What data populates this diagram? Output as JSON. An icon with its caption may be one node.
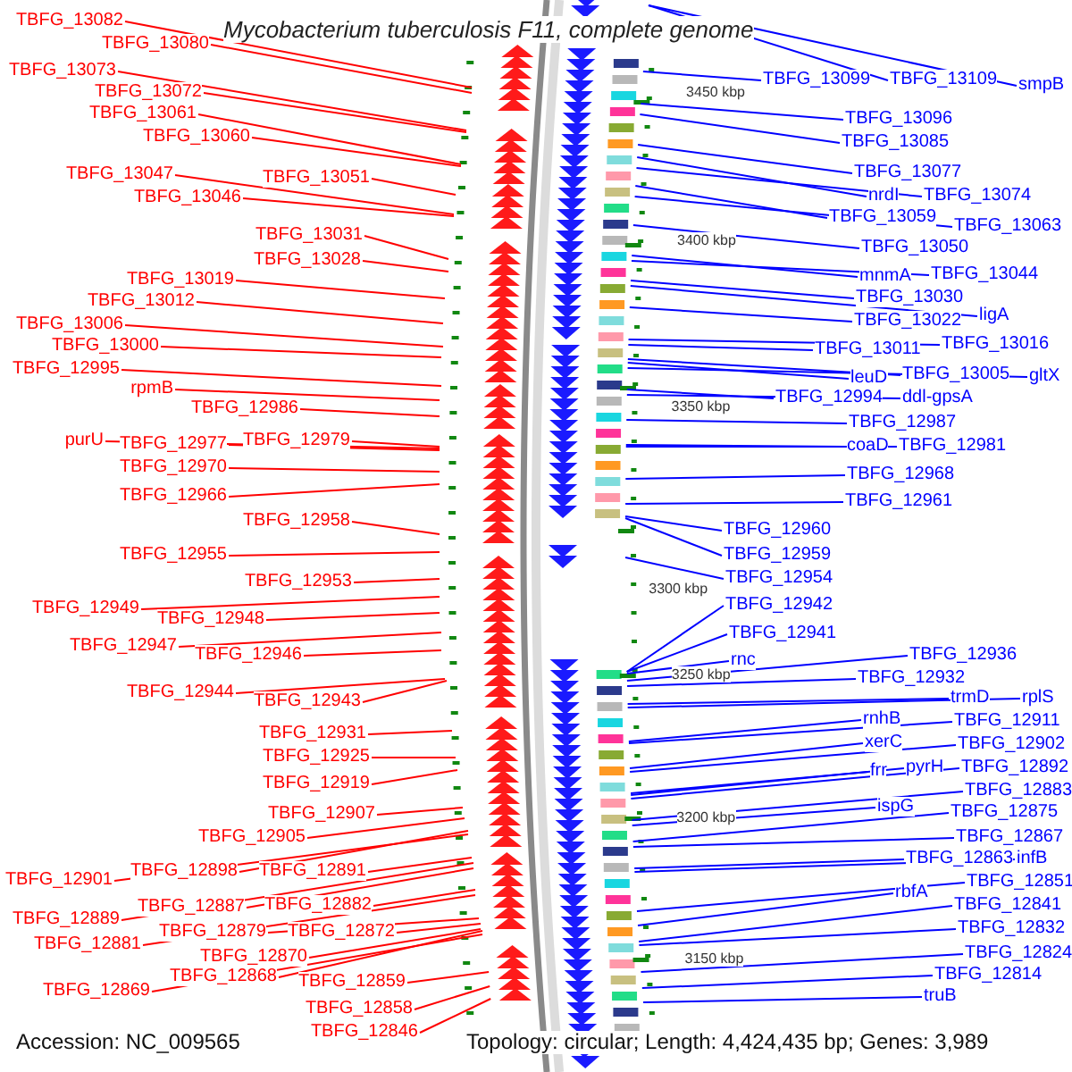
{
  "diagram": {
    "title": "Mycobacterium tuberculosis F11, complete genome",
    "nodes": [
      {
        "text": [
          "TBFG_13082"
        ]
      },
      {
        "text": [
          "TBFG_13080"
        ]
      },
      {
        "text": [
          "TBFG_13073"
        ]
      },
      {
        "text": [
          "TBFG_13072"
        ]
      },
      {
        "text": [
          "TBFG_13061"
        ]
      },
      {
        "text": [
          "TBFG_13060"
        ]
      },
      {
        "text": [
          "TBFG_13047"
        ]
      },
      {
        "text": [
          "TBFG_13051"
        ]
      },
      {
        "text": [
          "TBFG_13046"
        ]
      },
      {
        "text": [
          "TBFG_13031"
        ]
      },
      {
        "text": [
          "TBFG_13028"
        ]
      },
      {
        "text": [
          "TBFG_13019"
        ]
      },
      {
        "text": [
          "TBFG_13012"
        ]
      },
      {
        "text": [
          "TBFG_13006"
        ]
      },
      {
        "text": [
          "TBFG_13000"
        ]
      },
      {
        "text": [
          "TBFG_12995"
        ]
      },
      {
        "text": [
          "rpmB"
        ]
      },
      {
        "text": [
          "TBFG_12986"
        ]
      },
      {
        "text": [
          "purU"
        ]
      },
      {
        "text": [
          "TBFG_12977"
        ]
      },
      {
        "text": [
          "TBFG_12979"
        ]
      },
      {
        "text": [
          "TBFG_12970"
        ]
      },
      {
        "text": [
          "TBFG_12966"
        ]
      },
      {
        "text": [
          "TBFG_12958"
        ]
      },
      {
        "text": [
          "TBFG_12955"
        ]
      },
      {
        "text": [
          "TBFG_12953"
        ]
      },
      {
        "text": [
          "TBFG_12949"
        ]
      },
      {
        "text": [
          "TBFG_12948"
        ]
      },
      {
        "text": [
          "TBFG_12947"
        ]
      },
      {
        "text": [
          "TBFG_12946"
        ]
      },
      {
        "text": [
          "TBFG_12944"
        ]
      },
      {
        "text": [
          "TBFG_12943"
        ]
      },
      {
        "text": [
          "TBFG_12931"
        ]
      },
      {
        "text": [
          "TBFG_12925"
        ]
      },
      {
        "text": [
          "TBFG_12919"
        ]
      },
      {
        "text": [
          "TBFG_12907"
        ]
      },
      {
        "text": [
          "TBFG_12905"
        ]
      },
      {
        "text": [
          "TBFG_12901"
        ]
      },
      {
        "text": [
          "TBFG_12898"
        ]
      },
      {
        "text": [
          "TBFG_12891"
        ]
      },
      {
        "text": [
          "TBFG_12889"
        ]
      },
      {
        "text": [
          "TBFG_12887"
        ]
      },
      {
        "text": [
          "TBFG_12882"
        ]
      },
      {
        "text": [
          "TBFG_12881"
        ]
      },
      {
        "text": [
          "TBFG_12879"
        ]
      },
      {
        "text": [
          "TBFG_12872"
        ]
      },
      {
        "text": [
          "TBFG_12870"
        ]
      },
      {
        "text": [
          "TBFG_12868"
        ]
      },
      {
        "text": [
          "TBFG_12869"
        ]
      },
      {
        "text": [
          "TBFG_12859"
        ]
      },
      {
        "text": [
          "TBFG_12858"
        ]
      },
      {
        "text": [
          "TBFG_12846"
        ]
      },
      {
        "text": [
          "TBFG_13099"
        ]
      },
      {
        "text": [
          "TBFG_13109"
        ]
      },
      {
        "text": [
          "smpB"
        ]
      },
      {
        "text": [
          "TBFG_13096"
        ]
      },
      {
        "text": [
          "TBFG_13085"
        ]
      },
      {
        "text": [
          "TBFG_13077"
        ]
      },
      {
        "text": [
          "nrdI"
        ]
      },
      {
        "text": [
          "TBFG_13074"
        ]
      },
      {
        "text": [
          "TBFG_13059"
        ]
      },
      {
        "text": [
          "TBFG_13063"
        ]
      },
      {
        "text": [
          "TBFG_13050"
        ]
      },
      {
        "text": [
          "mnmA"
        ]
      },
      {
        "text": [
          "TBFG_13044"
        ]
      },
      {
        "text": [
          "TBFG_13030"
        ]
      },
      {
        "text": [
          "ligA"
        ]
      },
      {
        "text": [
          "TBFG_13022"
        ]
      },
      {
        "text": [
          "TBFG_13011"
        ]
      },
      {
        "text": [
          "TBFG_13016"
        ]
      },
      {
        "text": [
          "leuD"
        ]
      },
      {
        "text": [
          "TBFG_13005"
        ]
      },
      {
        "text": [
          "gltX"
        ]
      },
      {
        "text": [
          "TBFG_12994"
        ]
      },
      {
        "text": [
          "ddl-gpsA"
        ]
      },
      {
        "text": [
          "TBFG_12987"
        ]
      },
      {
        "text": [
          "coaD"
        ]
      },
      {
        "text": [
          "TBFG_12981"
        ]
      },
      {
        "text": [
          "TBFG_12968"
        ]
      },
      {
        "text": [
          "TBFG_12961"
        ]
      },
      {
        "text": [
          "TBFG_12960"
        ]
      },
      {
        "text": [
          "TBFG_12959"
        ]
      },
      {
        "text": [
          "TBFG_12954"
        ]
      },
      {
        "text": [
          "TBFG_12942"
        ]
      },
      {
        "text": [
          "TBFG_12941"
        ]
      },
      {
        "text": [
          "rnc"
        ]
      },
      {
        "text": [
          "TBFG_12936"
        ]
      },
      {
        "text": [
          "TBFG_12932"
        ]
      },
      {
        "text": [
          "trmD"
        ]
      },
      {
        "text": [
          "rplS"
        ]
      },
      {
        "text": [
          "rnhB"
        ]
      },
      {
        "text": [
          "TBFG_12911"
        ]
      },
      {
        "text": [
          "xerC"
        ]
      },
      {
        "text": [
          "TBFG_12902"
        ]
      },
      {
        "text": [
          "frr"
        ]
      },
      {
        "text": [
          "pyrH"
        ]
      },
      {
        "text": [
          "TBFG_12892"
        ]
      },
      {
        "text": [
          "TBFG_12883"
        ]
      },
      {
        "text": [
          "ispG"
        ]
      },
      {
        "text": [
          "TBFG_12875"
        ]
      },
      {
        "text": [
          "TBFG_12867"
        ]
      },
      {
        "text": [
          "TBFG_12863"
        ]
      },
      {
        "text": [
          "infB"
        ]
      },
      {
        "text": [
          "TBFG_12851"
        ]
      },
      {
        "text": [
          "rbfA"
        ]
      },
      {
        "text": [
          "TBFG_12841"
        ]
      },
      {
        "text": [
          "TBFG_12832"
        ]
      },
      {
        "text": [
          "TBFG_12824"
        ]
      },
      {
        "text": [
          "TBFG_12814"
        ]
      },
      {
        "text": [
          "truB"
        ]
      }
    ],
    "edges": [
      {
        "from": 0,
        "to": null,
        "arrow": "none",
        "color": "#ff0000"
      },
      {
        "from": 1,
        "to": null,
        "arrow": "none",
        "color": "#ff0000"
      },
      {
        "from": 2,
        "to": null,
        "arrow": "none",
        "color": "#ff0000"
      },
      {
        "from": 3,
        "to": null,
        "arrow": "none",
        "color": "#ff0000"
      },
      {
        "from": 4,
        "to": null,
        "arrow": "none",
        "color": "#ff0000"
      },
      {
        "from": 5,
        "to": null,
        "arrow": "none",
        "color": "#ff0000"
      },
      {
        "from": 6,
        "to": null,
        "arrow": "none",
        "color": "#ff0000"
      },
      {
        "from": 7,
        "to": null,
        "arrow": "none",
        "color": "#ff0000"
      },
      {
        "from": 8,
        "to": null,
        "arrow": "none",
        "color": "#ff0000"
      },
      {
        "from": 9,
        "to": null,
        "arrow": "none",
        "color": "#ff0000"
      },
      {
        "from": 10,
        "to": null,
        "arrow": "none",
        "color": "#ff0000"
      },
      {
        "from": 11,
        "to": null,
        "arrow": "none",
        "color": "#ff0000"
      },
      {
        "from": 12,
        "to": null,
        "arrow": "none",
        "color": "#ff0000"
      },
      {
        "from": 13,
        "to": null,
        "arrow": "none",
        "color": "#ff0000"
      },
      {
        "from": 14,
        "to": null,
        "arrow": "none",
        "color": "#ff0000"
      },
      {
        "from": 15,
        "to": null,
        "arrow": "none",
        "color": "#ff0000"
      },
      {
        "from": 16,
        "to": null,
        "arrow": "none",
        "color": "#ff0000"
      },
      {
        "from": 17,
        "to": null,
        "arrow": "none",
        "color": "#ff0000"
      },
      {
        "from": 18,
        "to": null,
        "arrow": "none",
        "color": "#ff0000"
      },
      {
        "from": 19,
        "to": null,
        "arrow": "none",
        "color": "#ff0000"
      },
      {
        "from": 20,
        "to": null,
        "arrow": "none",
        "color": "#ff0000"
      },
      {
        "from": 21,
        "to": null,
        "arrow": "none",
        "color": "#ff0000"
      },
      {
        "from": 22,
        "to": null,
        "arrow": "none",
        "color": "#ff0000"
      },
      {
        "from": 23,
        "to": null,
        "arrow": "none",
        "color": "#ff0000"
      },
      {
        "from": 24,
        "to": null,
        "arrow": "none",
        "color": "#ff0000"
      },
      {
        "from": 25,
        "to": null,
        "arrow": "none",
        "color": "#ff0000"
      },
      {
        "from": 26,
        "to": null,
        "arrow": "none",
        "color": "#ff0000"
      },
      {
        "from": 27,
        "to": null,
        "arrow": "none",
        "color": "#ff0000"
      },
      {
        "from": 28,
        "to": null,
        "arrow": "none",
        "color": "#ff0000"
      },
      {
        "from": 29,
        "to": null,
        "arrow": "none",
        "color": "#ff0000"
      },
      {
        "from": 30,
        "to": null,
        "arrow": "none",
        "color": "#ff0000"
      },
      {
        "from": 31,
        "to": null,
        "arrow": "none",
        "color": "#ff0000"
      },
      {
        "from": 32,
        "to": null,
        "arrow": "none",
        "color": "#ff0000"
      },
      {
        "from": 33,
        "to": null,
        "arrow": "none",
        "color": "#ff0000"
      },
      {
        "from": 34,
        "to": null,
        "arrow": "none",
        "color": "#ff0000"
      },
      {
        "from": 35,
        "to": null,
        "arrow": "none",
        "color": "#ff0000"
      },
      {
        "from": 36,
        "to": null,
        "arrow": "none",
        "color": "#ff0000"
      },
      {
        "from": 37,
        "to": null,
        "arrow": "none",
        "color": "#ff0000"
      },
      {
        "from": 38,
        "to": null,
        "arrow": "none",
        "color": "#ff0000"
      },
      {
        "from": 39,
        "to": null,
        "arrow": "none",
        "color": "#ff0000"
      },
      {
        "from": 40,
        "to": null,
        "arrow": "none",
        "color": "#ff0000"
      },
      {
        "from": 41,
        "to": null,
        "arrow": "none",
        "color": "#ff0000"
      },
      {
        "from": 42,
        "to": null,
        "arrow": "none",
        "color": "#ff0000"
      },
      {
        "from": 43,
        "to": null,
        "arrow": "none",
        "color": "#ff0000"
      },
      {
        "from": 44,
        "to": null,
        "arrow": "none",
        "color": "#ff0000"
      },
      {
        "from": 45,
        "to": null,
        "arrow": "none",
        "color": "#ff0000"
      },
      {
        "from": 46,
        "to": null,
        "arrow": "none",
        "color": "#ff0000"
      },
      {
        "from": 47,
        "to": null,
        "arrow": "none",
        "color": "#ff0000"
      },
      {
        "from": 48,
        "to": null,
        "arrow": "none",
        "color": "#ff0000"
      },
      {
        "from": 49,
        "to": null,
        "arrow": "none",
        "color": "#ff0000"
      },
      {
        "from": 50,
        "to": null,
        "arrow": "none",
        "color": "#ff0000"
      },
      {
        "from": 51,
        "to": null,
        "arrow": "none",
        "color": "#ff0000"
      },
      {
        "from": 52,
        "to": null,
        "arrow": "none"
      },
      {
        "from": 53,
        "to": null,
        "arrow": "none"
      },
      {
        "from": 54,
        "to": null,
        "arrow": "none"
      },
      {
        "from": 55,
        "to": null,
        "arrow": "none"
      },
      {
        "from": 56,
        "to": null,
        "arrow": "none"
      },
      {
        "from": 57,
        "to": null,
        "arrow": "none"
      },
      {
        "from": 58,
        "to": null,
        "arrow": "none"
      },
      {
        "from": 59,
        "to": null,
        "arrow": "none"
      },
      {
        "from": 60,
        "to": null,
        "arrow": "none"
      },
      {
        "from": 61,
        "to": null,
        "arrow": "none"
      },
      {
        "from": 62,
        "to": null,
        "arrow": "none"
      },
      {
        "from": 63,
        "to": null,
        "arrow": "none"
      },
      {
        "from": 64,
        "to": null,
        "arrow": "none"
      },
      {
        "from": 65,
        "to": null,
        "arrow": "none"
      },
      {
        "from": 66,
        "to": null,
        "arrow": "none"
      },
      {
        "from": 67,
        "to": null,
        "arrow": "none"
      },
      {
        "from": 68,
        "to": null,
        "arrow": "none"
      },
      {
        "from": 69,
        "to": null,
        "arrow": "none"
      },
      {
        "from": 70,
        "to": null,
        "arrow": "none"
      },
      {
        "from": 71,
        "to": null,
        "arrow": "none"
      },
      {
        "from": 72,
        "to": null,
        "arrow": "none"
      },
      {
        "from": 73,
        "to": null,
        "arrow": "none"
      },
      {
        "from": 74,
        "to": null,
        "arrow": "none"
      },
      {
        "from": 75,
        "to": null,
        "arrow": "none"
      },
      {
        "from": 76,
        "to": null,
        "arrow": "none"
      },
      {
        "from": 77,
        "to": null,
        "arrow": "none"
      },
      {
        "from": 78,
        "to": null,
        "arrow": "none"
      },
      {
        "from": 79,
        "to": null,
        "arrow": "none"
      },
      {
        "from": 80,
        "to": null,
        "arrow": "none"
      },
      {
        "from": 81,
        "to": null,
        "arrow": "none"
      },
      {
        "from": 82,
        "to": null,
        "arrow": "none"
      },
      {
        "from": 83,
        "to": null,
        "arrow": "none"
      },
      {
        "from": 84,
        "to": null,
        "arrow": "none"
      },
      {
        "from": 85,
        "to": null,
        "arrow": "none"
      },
      {
        "from": 86,
        "to": null,
        "arrow": "none"
      },
      {
        "from": 87,
        "to": null,
        "arrow": "none"
      },
      {
        "from": 88,
        "to": null,
        "arrow": "none"
      },
      {
        "from": 89,
        "to": null,
        "arrow": "none"
      },
      {
        "from": 90,
        "to": null,
        "arrow": "none"
      },
      {
        "from": 91,
        "to": null,
        "arrow": "none"
      },
      {
        "from": 92,
        "to": null,
        "arrow": "none"
      },
      {
        "from": 93,
        "to": null,
        "arrow": "none"
      },
      {
        "from": 94,
        "to": null,
        "arrow": "none"
      },
      {
        "from": 95,
        "to": null,
        "arrow": "none"
      },
      {
        "from": 96,
        "to": null,
        "arrow": "none"
      },
      {
        "from": 97,
        "to": null,
        "arrow": "none"
      },
      {
        "from": 98,
        "to": null,
        "arrow": "none"
      },
      {
        "from": 99,
        "to": null,
        "arrow": "none"
      },
      {
        "from": 100,
        "to": null,
        "arrow": "none"
      },
      {
        "from": 101,
        "to": null,
        "arrow": "none"
      },
      {
        "from": 102,
        "to": null,
        "arrow": "none"
      },
      {
        "from": 103,
        "to": null,
        "arrow": "none"
      },
      {
        "from": 104,
        "to": null,
        "arrow": "none"
      },
      {
        "from": 105,
        "to": null,
        "arrow": "none"
      },
      {
        "from": 106,
        "to": null,
        "arrow": "none"
      },
      {
        "from": 107,
        "to": null,
        "arrow": "none"
      },
      {
        "from": 108,
        "to": null,
        "arrow": "none"
      },
      {
        "from": 109,
        "to": null,
        "arrow": "none"
      }
    ],
    "labels": [
      "3450 kbp",
      "3400 kbp",
      "3350 kbp",
      "3300 kbp",
      "3250 kbp",
      "3200 kbp",
      "3150 kbp",
      "Accession: NC_009565",
      "Topology: circular; Length: 4,424,435 bp; Genes: 3,989"
    ]
  }
}
